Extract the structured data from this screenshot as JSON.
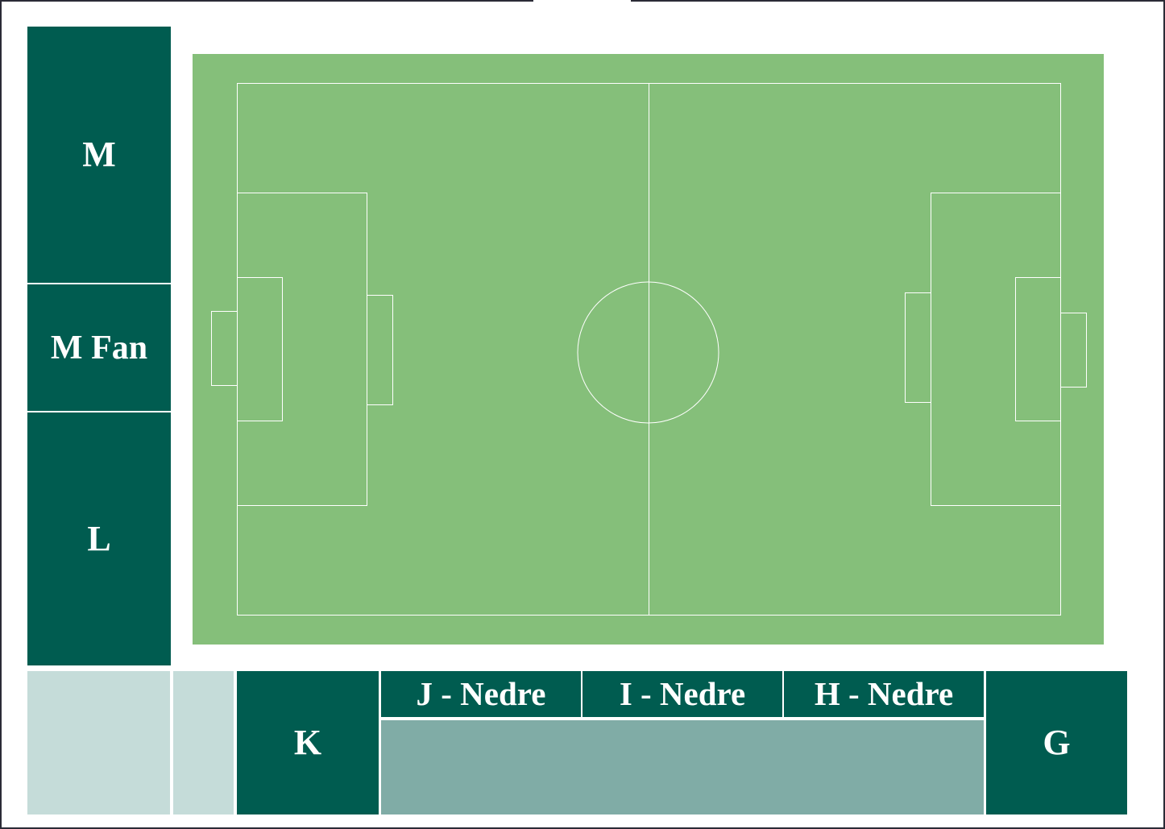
{
  "map": {
    "pitch": {
      "surface_color": "#85bf7a",
      "line_color": "#ffffff"
    },
    "colors": {
      "section_dark": "#005c50",
      "section_light": "#c5dcd9",
      "section_mid": "#80aca6",
      "label_text": "#ffffff"
    },
    "left_stand": {
      "m": "M",
      "m_fan": "M Fan",
      "l": "L"
    },
    "bottom_stand": {
      "k": "K",
      "j_lower": "J - Nedre",
      "i_lower": "I - Nedre",
      "h_lower": "H - Nedre",
      "g": "G"
    }
  }
}
